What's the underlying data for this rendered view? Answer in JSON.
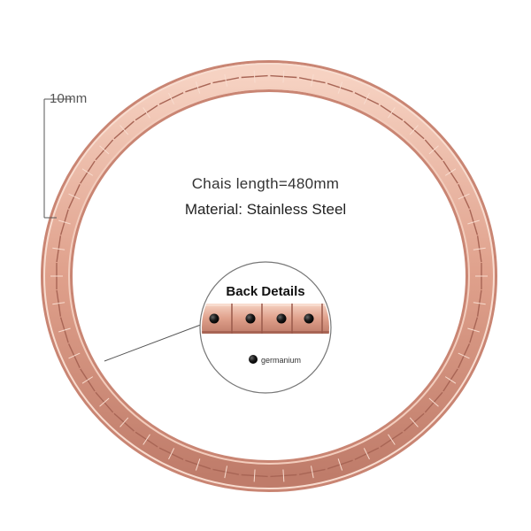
{
  "width_label": "10mm",
  "spec": {
    "length": "Chais length=480mm",
    "material": "Material: Stainless Steel"
  },
  "detail": {
    "title": "Back Details",
    "legend_label": "germanium"
  },
  "colors": {
    "rose_gold_light": "#f1c3b0",
    "rose_gold_mid": "#dc9a86",
    "rose_gold_dark": "#b67463",
    "gem": "#1a1a1a",
    "background": "#ffffff"
  }
}
